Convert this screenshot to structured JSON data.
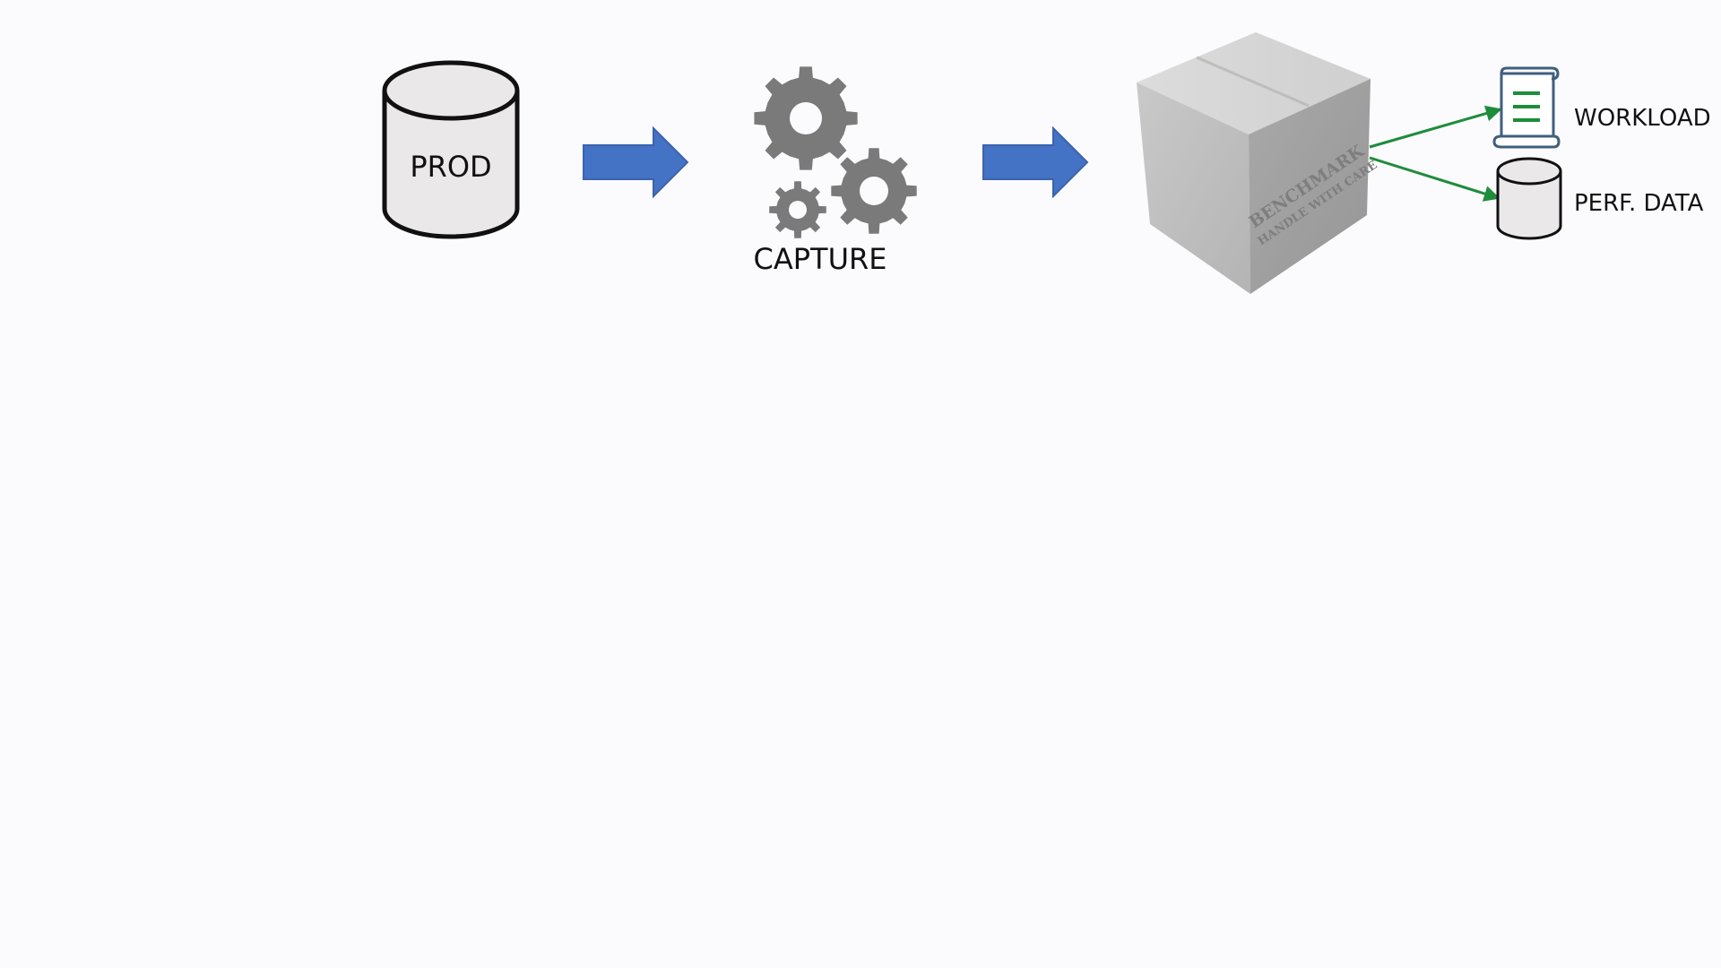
{
  "nodes": {
    "prod": {
      "label": "PROD",
      "icon": "database-cylinder-icon"
    },
    "capture": {
      "label": "CAPTURE",
      "icon": "gears-icon"
    },
    "benchmark_box": {
      "icon": "cardboard-box-icon",
      "stamp_line1": "BENCHMARK",
      "stamp_line2": "HANDLE WITH CARE"
    },
    "workload": {
      "label": "WORKLOAD",
      "icon": "scroll-document-icon"
    },
    "perf_data": {
      "label": "PERF. DATA",
      "icon": "database-cylinder-icon"
    }
  },
  "edges": [
    {
      "from": "prod",
      "to": "capture",
      "style": "block-arrow"
    },
    {
      "from": "capture",
      "to": "benchmark_box",
      "style": "block-arrow"
    },
    {
      "from": "benchmark_box",
      "to": "workload",
      "style": "line-arrow"
    },
    {
      "from": "benchmark_box",
      "to": "perf_data",
      "style": "line-arrow"
    }
  ],
  "colors": {
    "block_arrow": "#4472c4",
    "line_arrow": "#1e8c3a",
    "gear": "#7a7a7a",
    "cylinder_fill": "#ebe8ea",
    "scroll_outline": "#3f5f7f",
    "scroll_lines": "#1e8c3a"
  }
}
